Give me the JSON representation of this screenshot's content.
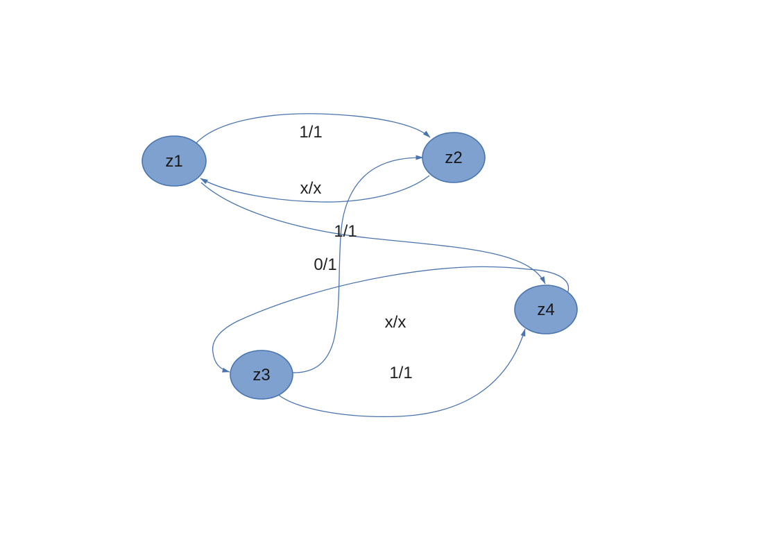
{
  "diagram": {
    "type": "state-transition-diagram",
    "background": "#ffffff",
    "colors": {
      "node_fill": "#7fa1d0",
      "node_stroke": "#4a74ae",
      "edge_line": "#4a74ae",
      "label_text": "#1f1f1f"
    },
    "nodes": [
      {
        "id": "z1",
        "label": "z1"
      },
      {
        "id": "z2",
        "label": "z2"
      },
      {
        "id": "z3",
        "label": "z3"
      },
      {
        "id": "z4",
        "label": "z4"
      }
    ],
    "edges": [
      {
        "from": "z1",
        "to": "z2",
        "label": "1/1"
      },
      {
        "from": "z2",
        "to": "z1",
        "label": "x/x"
      },
      {
        "from": "z1",
        "to": "z4",
        "label": "1/1"
      },
      {
        "from": "z3",
        "to": "z2",
        "label": "0/1"
      },
      {
        "from": "z4",
        "to": "z3",
        "label": "x/x"
      },
      {
        "from": "z3",
        "to": "z4",
        "label": "1/1"
      }
    ]
  }
}
